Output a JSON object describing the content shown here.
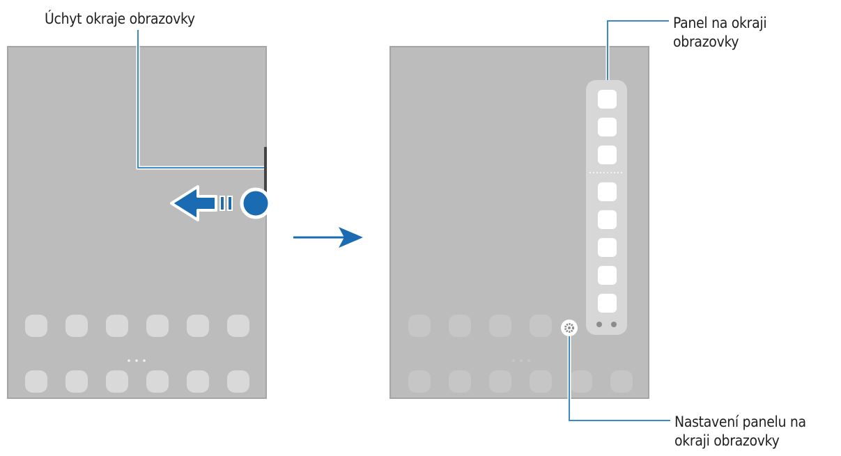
{
  "labels": {
    "edge_handle": "Úchyt okraje obrazovky",
    "edge_panel": [
      "Panel na okraji",
      "obrazovky"
    ],
    "panel_settings": [
      "Nastavení panelu na",
      "okraji obrazovky"
    ]
  },
  "colors": {
    "screen": "#bcbcbc",
    "screen_border": "#a5a5a5",
    "app_icon": "#d9d9d9",
    "app_icon_faded": "#c6c6c6",
    "panel": "#d7d7d7",
    "panel_tile": "#ffffff",
    "accent": "#1b6bb3",
    "callout_line": "#3a89c9"
  },
  "icons": {
    "swipe_arrow": "left-arrow-icon",
    "transition_arrow": "right-arrow-icon",
    "settings": "gear-icon",
    "touch_point": "finger-touch-icon"
  },
  "home_screen": {
    "icon_rows": 2,
    "icons_per_row": 6
  },
  "edge_panel": {
    "top_tiles": 3,
    "bottom_tiles": 5,
    "page_dots": 2
  }
}
